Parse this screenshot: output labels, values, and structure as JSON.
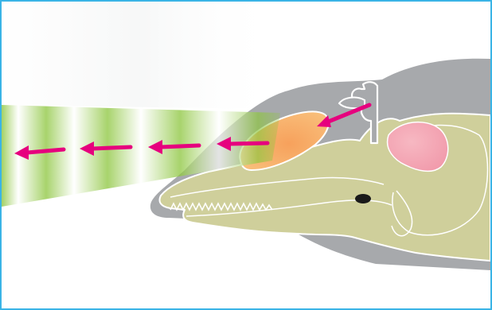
{
  "diagram": {
    "subject": "dolphin-head-echolocation",
    "labels": [],
    "colors": {
      "frame_border": "#3ab4e6",
      "head_tissue": "#a7a9ac",
      "skull_bone": "#cfcf9b",
      "melon": "#f7a96a",
      "brain": "#f4a6b3",
      "sound_beam": "#8dc63f",
      "arrow": "#e6007e",
      "eye": "#1a1a1a"
    },
    "sound_wave_arrows": 5,
    "arrow_direction": "left"
  }
}
